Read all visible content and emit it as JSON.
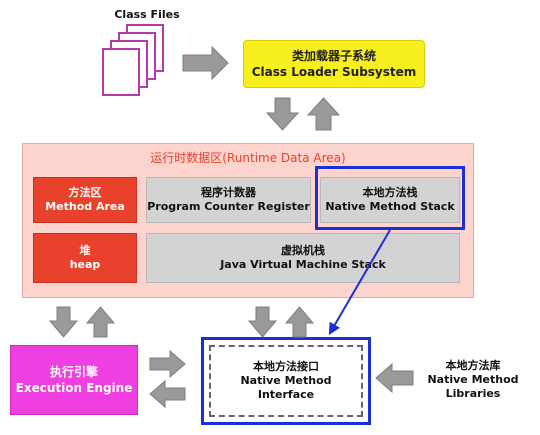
{
  "class_files": {
    "label": "Class Files"
  },
  "class_loader": {
    "title_cn": "类加载器子系统",
    "title_en": "Class Loader Subsystem"
  },
  "runtime_area": {
    "title": "运行时数据区(Runtime Data Area)",
    "method_area": {
      "cn": "方法区",
      "en": "Method Area"
    },
    "pc_register": {
      "cn": "程序计数器",
      "en": "Program Counter Register"
    },
    "native_stack": {
      "cn": "本地方法栈",
      "en": "Native Method Stack"
    },
    "heap": {
      "cn": "堆",
      "en": "heap"
    },
    "jvm_stack": {
      "cn": "虚拟机栈",
      "en": "Java Virtual Machine Stack"
    }
  },
  "execution_engine": {
    "cn": "执行引擎",
    "en": "Execution Engine"
  },
  "native_interface": {
    "cn": "本地方法接口",
    "en": "Native Method Interface"
  },
  "native_libraries": {
    "cn": "本地方法库",
    "en_line1": "Native Method",
    "en_line2": "Libraries"
  },
  "colors": {
    "class_loader_fill": "#f7f01e",
    "runtime_fill": "#fcd3cd",
    "red_box": "#e8412c",
    "gray_box": "#d3d3d3",
    "engine_fill": "#ee3fe0",
    "highlight_blue": "#1a2fd6",
    "arrow_gray": "#9a9a9a",
    "page_outline": "#b63aa8",
    "runtime_title": "#e8412c"
  }
}
